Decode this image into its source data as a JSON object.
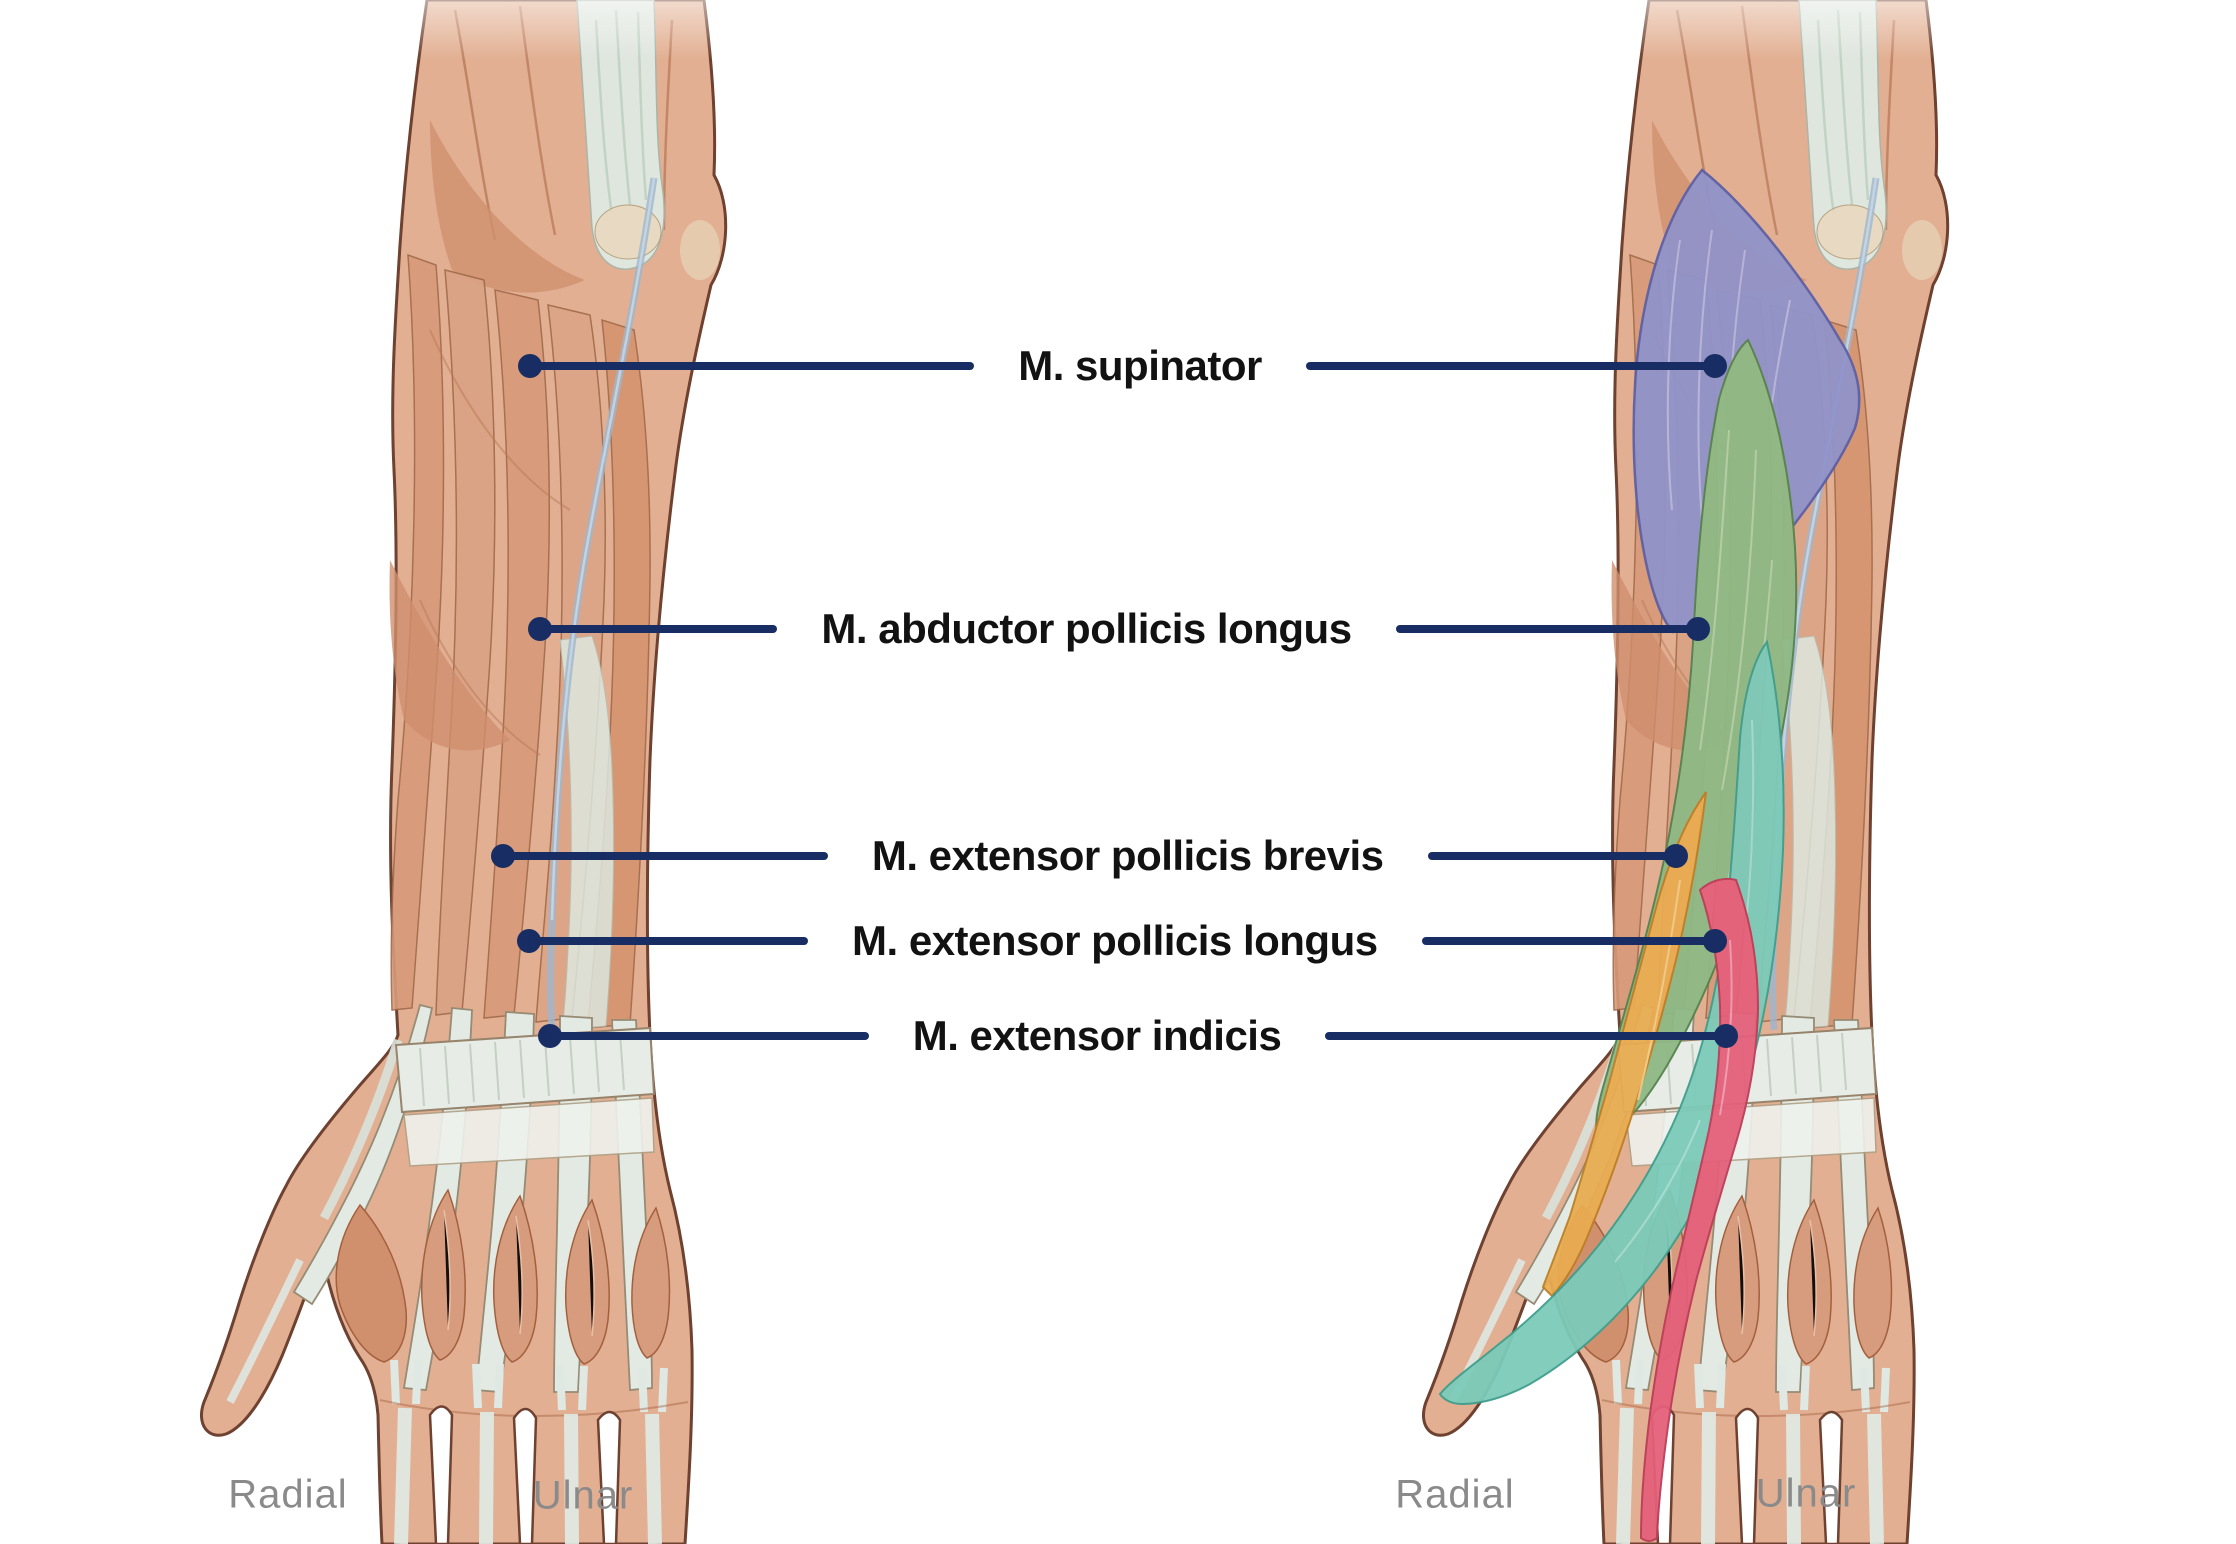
{
  "figure": {
    "description": "Deep extensor muscles of the posterior forearm, plain view (left) and highlighted view (right)"
  },
  "annotation": {
    "line_color": "#182d63",
    "text_color": "#121212",
    "labels": [
      {
        "id": "supinator",
        "text": "M. supinator",
        "highlight_color": "#9193c9"
      },
      {
        "id": "abductor-pollicis-longus",
        "text": "M. abductor pollicis longus",
        "highlight_color": "#8eb985"
      },
      {
        "id": "extensor-pollicis-brevis",
        "text": "M. extensor pollicis brevis",
        "highlight_color": "#e9ac52"
      },
      {
        "id": "extensor-pollicis-longus",
        "text": "M. extensor pollicis longus",
        "highlight_color": "#7ccbb9"
      },
      {
        "id": "extensor-indicis",
        "text": "M. extensor indicis",
        "highlight_color": "#e4607a"
      }
    ]
  },
  "side_labels": {
    "color": "#8a8a8a",
    "left_arm": {
      "radial": "Radial",
      "ulnar": "Ulnar"
    },
    "right_arm": {
      "radial": "Radial",
      "ulnar": "Ulnar"
    }
  }
}
